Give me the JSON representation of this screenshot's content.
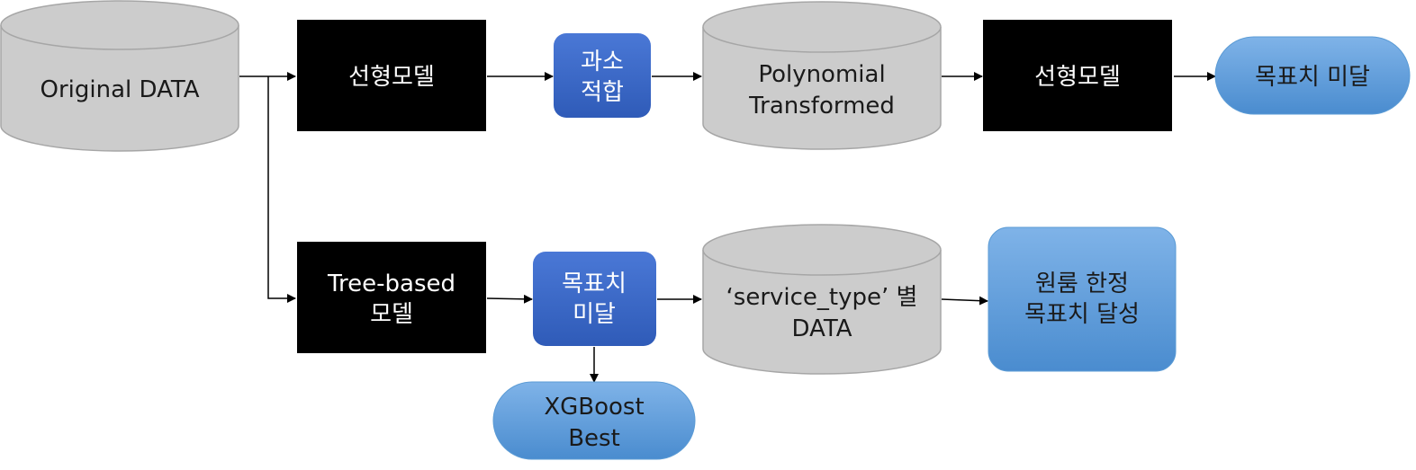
{
  "nodes": {
    "original_data": {
      "line1": "Original DATA"
    },
    "linear_model_1": {
      "line1": "선형모델"
    },
    "overfit": {
      "line1": "과소",
      "line2": "적합"
    },
    "poly_data": {
      "line1": "Polynomial",
      "line2": "Transformed"
    },
    "linear_model_2": {
      "line1": "선형모델"
    },
    "target_not_met_top": {
      "line1": "목표치 미달"
    },
    "tree_model": {
      "line1": "Tree-based",
      "line2": "모델"
    },
    "target_not_met_mid": {
      "line1": "목표치",
      "line2": "미달"
    },
    "service_data": {
      "line1": "‘service_type’ 별",
      "line2": "DATA"
    },
    "target_achieved": {
      "line1": "원룸 한정",
      "line2": "목표치 달성"
    },
    "xgboost": {
      "line1": "XGBoost",
      "line2": "Best"
    }
  },
  "colors": {
    "cylinder_fill": "#cccccc",
    "cylinder_stroke": "#a6a6a6",
    "black_box": "#000000",
    "blue_dark": "#3b65c4",
    "blue_light": "#5b9bd5",
    "arrow": "#000000"
  }
}
